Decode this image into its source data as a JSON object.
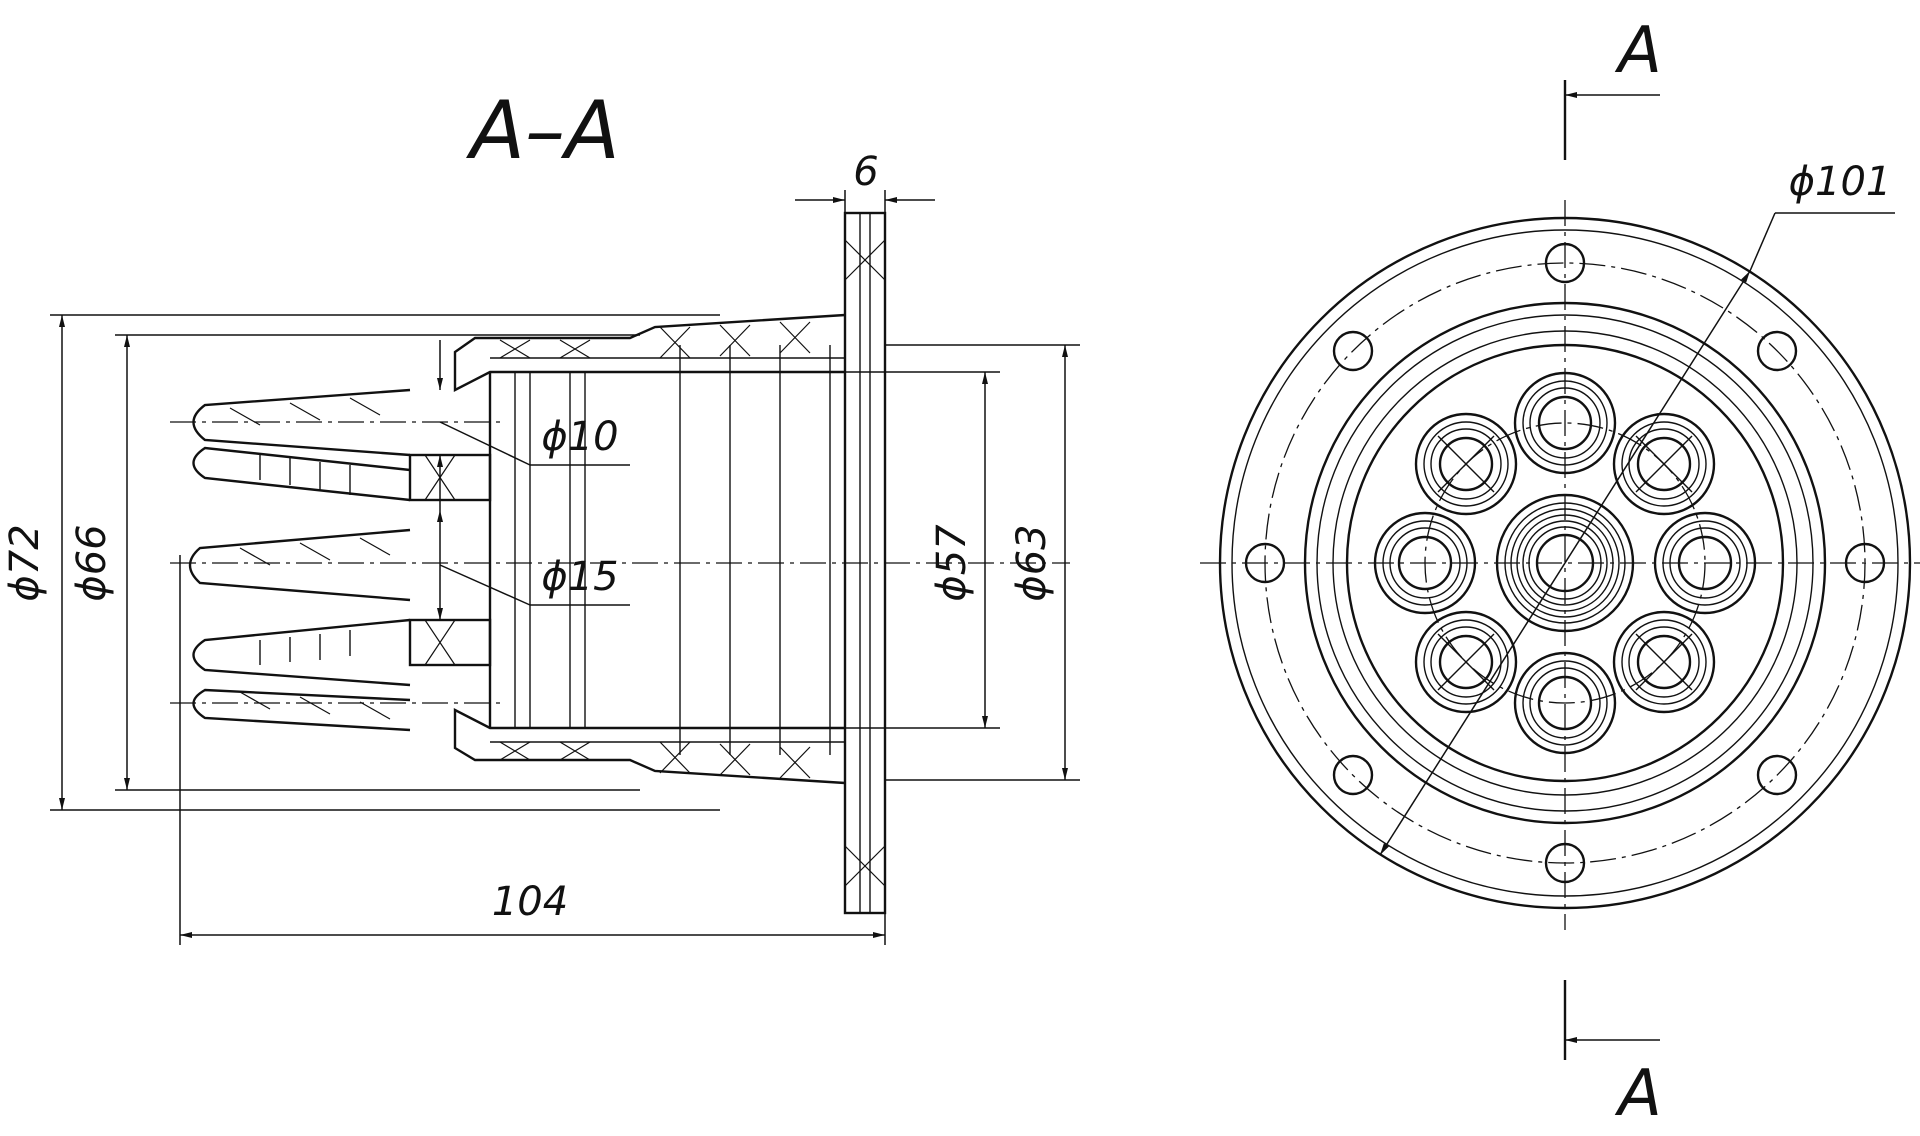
{
  "section_title": "A–A",
  "section_marker_top": "A",
  "section_marker_bottom": "A",
  "dimensions": {
    "flange_thickness": "6",
    "total_length": "104",
    "dia_outer_body": "ϕ72",
    "dia_inner_body": "ϕ66",
    "dia_small_port": "ϕ10",
    "dia_large_port": "ϕ15",
    "dia_bore": "ϕ57",
    "dia_pipe": "ϕ63",
    "dia_flange": "ϕ101"
  },
  "colors": {
    "ink": "#111111",
    "paper": "#ffffff"
  }
}
